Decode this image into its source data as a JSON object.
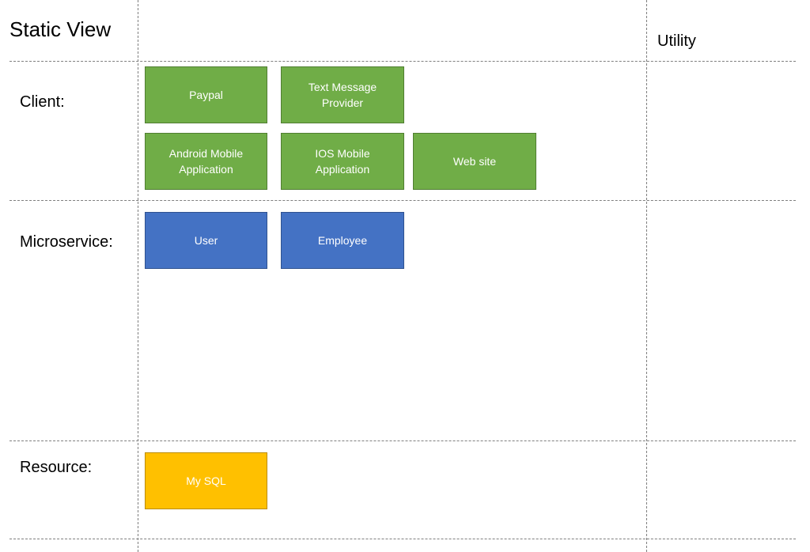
{
  "title": "Static View",
  "utility_label": "Utility",
  "rows": {
    "client": "Client:",
    "microservice": "Microservice:",
    "resource": "Resource:"
  },
  "client_boxes": {
    "paypal": "Paypal",
    "text_message": "Text Message\nProvider",
    "android": "Android Mobile\nApplication",
    "ios": "IOS Mobile\nApplication",
    "website": "Web site"
  },
  "microservice_boxes": {
    "user": "User",
    "employee": "Employee"
  },
  "resource_boxes": {
    "mysql": "My SQL"
  },
  "colors": {
    "client": "#70ad47",
    "microservice": "#4472c4",
    "resource": "#ffc000",
    "lines": "#7f7f7f"
  }
}
